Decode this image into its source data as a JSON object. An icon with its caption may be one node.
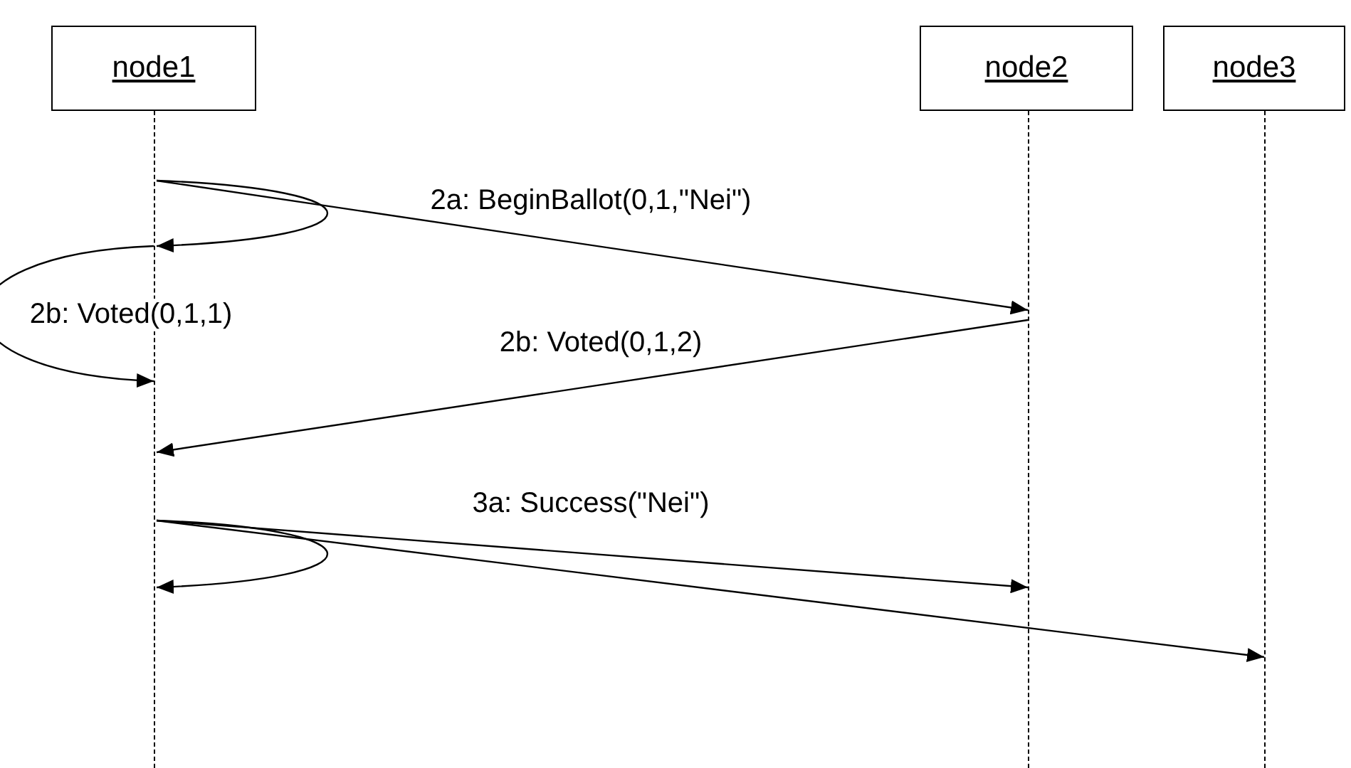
{
  "diagram": {
    "nodes": [
      {
        "text": [
          "node1"
        ]
      },
      {
        "text": [
          "node2"
        ]
      },
      {
        "text": [
          "node3"
        ]
      },
      {
        "text": [],
        "shape": "bar"
      },
      {
        "text": [],
        "shape": "bar"
      },
      {
        "text": [],
        "shape": "bar"
      }
    ],
    "edges": [
      {
        "from": 3,
        "to": 4,
        "arrow": "to",
        "label": "2a: BeginBallot(0,1,\"Nei\")"
      },
      {
        "from": 3,
        "to": 3,
        "arrow": "to"
      },
      {
        "from": 3,
        "to": 3,
        "arrow": "to",
        "label": "2b: Voted(0,1,1)"
      },
      {
        "from": 4,
        "to": 3,
        "arrow": "to",
        "label": "2b: Voted(0,1,2)"
      },
      {
        "from": 3,
        "to": 4,
        "arrow": "to",
        "label": "3a: Success(\"Nei\")"
      },
      {
        "from": 3,
        "to": 3,
        "arrow": "to"
      },
      {
        "from": 3,
        "to": 5,
        "arrow": "to"
      }
    ]
  }
}
